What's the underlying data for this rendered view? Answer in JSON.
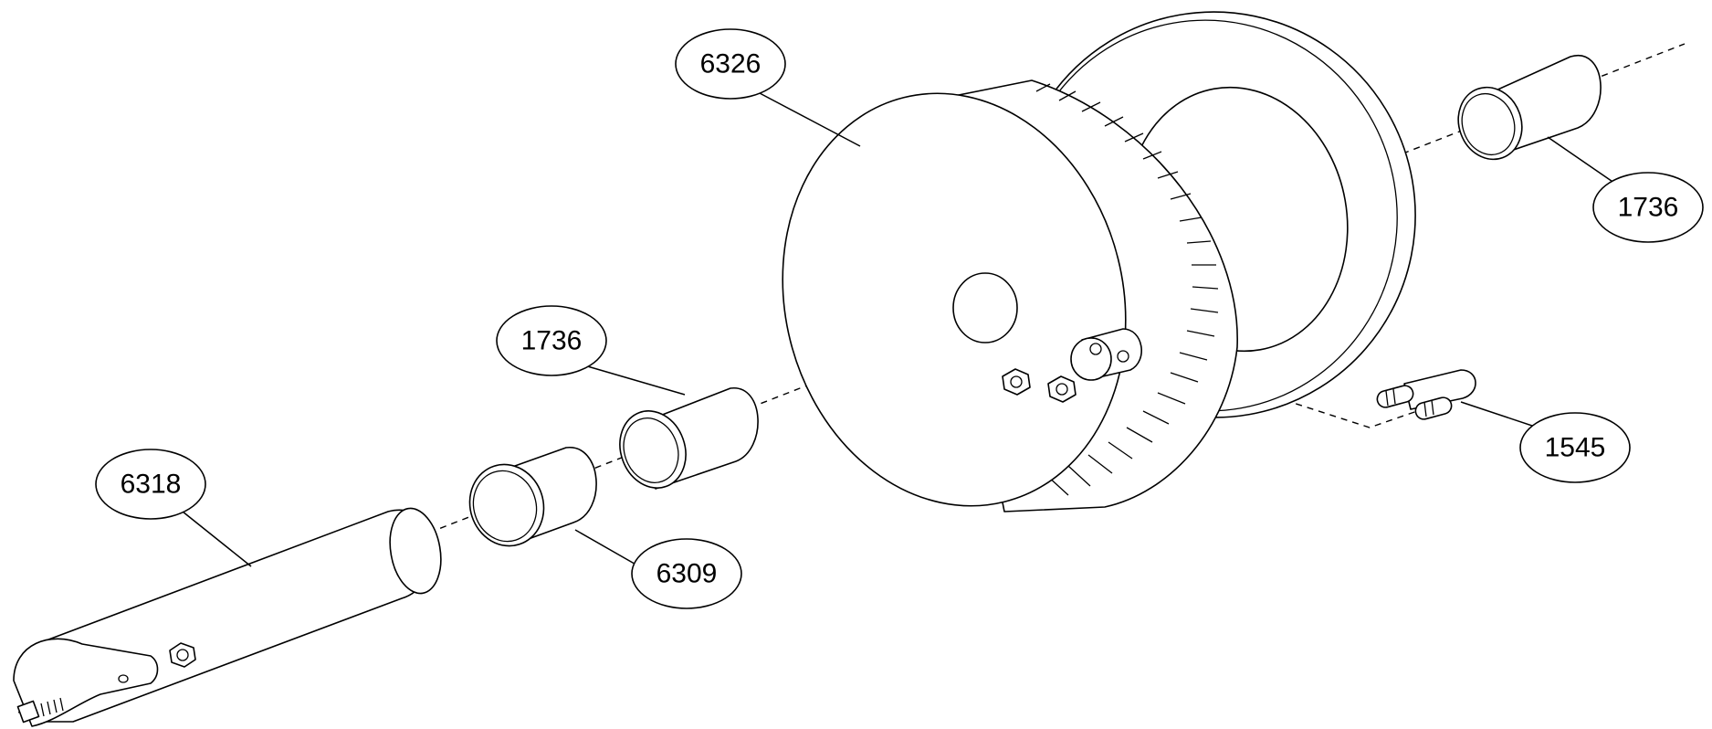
{
  "callouts": {
    "drum": "6326",
    "bushing_right": "1736",
    "bushing_left": "1736",
    "pin": "1545",
    "shaft": "6318",
    "sleeve": "6309"
  },
  "colors": {
    "line": "#000000",
    "background": "#ffffff"
  }
}
